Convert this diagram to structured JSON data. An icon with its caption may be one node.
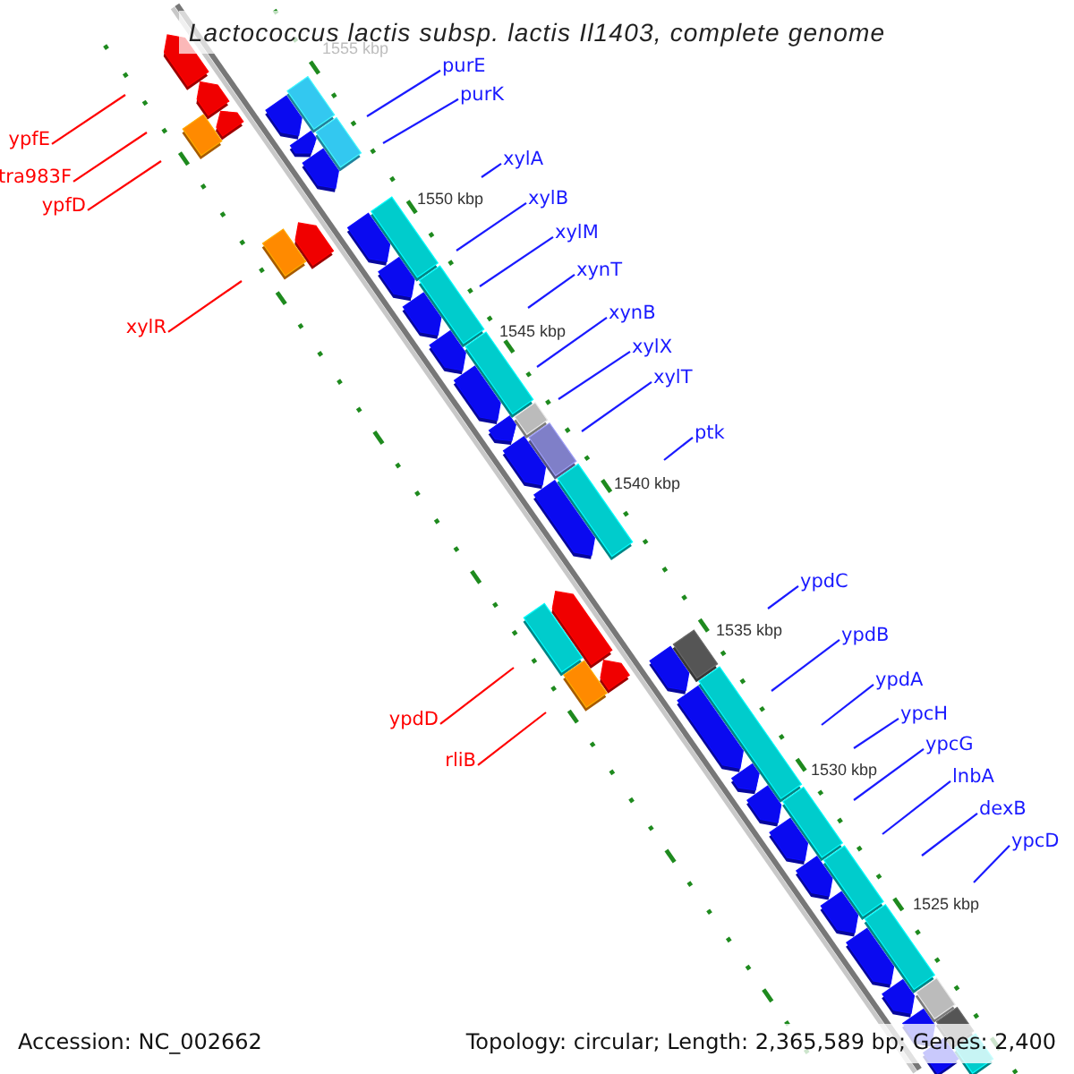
{
  "diagram": {
    "title": "Lactococcus lactis subsp. lactis Il1403, complete genome",
    "nodes": [
      {
        "text": [
          "purE"
        ]
      },
      {
        "text": [
          "purK"
        ]
      },
      {
        "text": [
          "ypfE"
        ]
      },
      {
        "text": [
          "xylA"
        ]
      },
      {
        "text": [
          "tra983F"
        ]
      },
      {
        "text": [
          "xylB"
        ]
      },
      {
        "text": [
          "ypfD"
        ]
      },
      {
        "text": [
          "xylM"
        ]
      },
      {
        "text": [
          "xynT"
        ]
      },
      {
        "text": [
          "xynB"
        ]
      },
      {
        "text": [
          "xylR"
        ]
      },
      {
        "text": [
          "xylX"
        ]
      },
      {
        "text": [
          "xylT"
        ]
      },
      {
        "text": [
          "ptk"
        ]
      },
      {
        "text": [
          "ypdC"
        ]
      },
      {
        "text": [
          "ypdB"
        ]
      },
      {
        "text": [
          "ypdA"
        ]
      },
      {
        "text": [
          "ypcH"
        ]
      },
      {
        "text": [
          "ypdD"
        ]
      },
      {
        "text": [
          "ypcG"
        ]
      },
      {
        "text": [
          "rliB"
        ]
      },
      {
        "text": [
          "lnbA"
        ]
      },
      {
        "text": [
          "dexB"
        ]
      },
      {
        "text": [
          "ypcD"
        ]
      }
    ],
    "edges": [
      {
        "from": 0,
        "to": null,
        "arrow": "none"
      },
      {
        "from": 1,
        "to": null,
        "arrow": "none"
      },
      {
        "from": 2,
        "to": null,
        "arrow": "none",
        "color": "#ff0000"
      },
      {
        "from": 3,
        "to": null,
        "arrow": "none"
      },
      {
        "from": 4,
        "to": null,
        "arrow": "none",
        "color": "#ff0000"
      },
      {
        "from": 5,
        "to": null,
        "arrow": "none"
      },
      {
        "from": 6,
        "to": null,
        "arrow": "none",
        "color": "#ff0000"
      },
      {
        "from": 7,
        "to": null,
        "arrow": "none"
      },
      {
        "from": 8,
        "to": null,
        "arrow": "none"
      },
      {
        "from": 9,
        "to": null,
        "arrow": "none"
      },
      {
        "from": 10,
        "to": null,
        "arrow": "none",
        "color": "#ff0000"
      },
      {
        "from": 11,
        "to": null,
        "arrow": "none"
      },
      {
        "from": 12,
        "to": null,
        "arrow": "none"
      },
      {
        "from": 13,
        "to": null,
        "arrow": "none"
      },
      {
        "from": 14,
        "to": null,
        "arrow": "none"
      },
      {
        "from": 15,
        "to": null,
        "arrow": "none"
      },
      {
        "from": 16,
        "to": null,
        "arrow": "none"
      },
      {
        "from": 17,
        "to": null,
        "arrow": "none"
      },
      {
        "from": 18,
        "to": null,
        "arrow": "none",
        "color": "#ff0000"
      },
      {
        "from": 19,
        "to": null,
        "arrow": "none"
      },
      {
        "from": 20,
        "to": null,
        "arrow": "none",
        "color": "#ff0000"
      },
      {
        "from": 21,
        "to": null,
        "arrow": "none"
      },
      {
        "from": 22,
        "to": null,
        "arrow": "none"
      },
      {
        "from": 23,
        "to": null,
        "arrow": "none"
      }
    ],
    "labels": [
      "1555 kbp",
      "1550 kbp",
      "1545 kbp",
      "1540 kbp",
      "1535 kbp",
      "1530 kbp",
      "1525 kbp",
      "Accession: NC_002662",
      "Topology: circular; Length: 2,365,589 bp; Genes: 2,400"
    ]
  }
}
